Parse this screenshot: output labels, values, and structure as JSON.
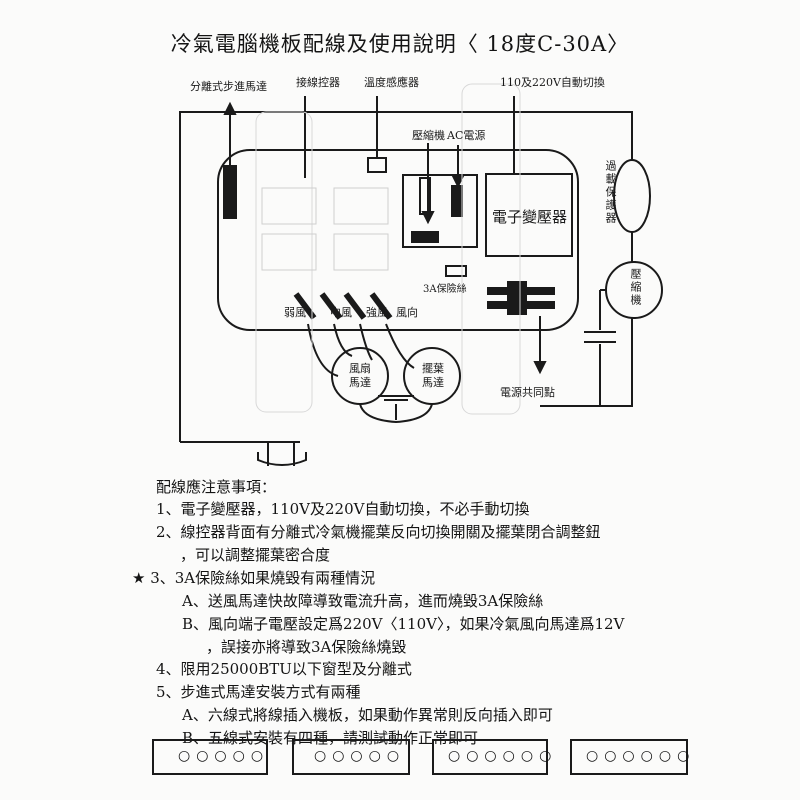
{
  "title": "冷氣電腦機板配線及使用說明〈 18度C-30A〉",
  "diagram": {
    "stepper": "分離式步進馬達",
    "line_controller": "接線控器",
    "temp_sensor": "溫度感應器",
    "auto_switch": "110及220V自動切換",
    "compressor": "壓縮機",
    "ac_power": "AC電源",
    "transformer": "電子變壓器",
    "fuse": "3A保險絲",
    "fan_low": "弱風",
    "fan_mid": "中風",
    "fan_high": "強風",
    "fan_direction": "風向",
    "fan_motor": "風扇馬達",
    "swing_motor": "擺葉馬達",
    "power_common": "電源共同點",
    "overload": "過載保護器",
    "compressor_circle": "壓縮機"
  },
  "notes": {
    "heading": "配線應注意事項：",
    "n1": "1、電子變壓器，110V及220V自動切換，不必手動切換",
    "n2": "2、線控器背面有分離式冷氣機擺葉反向切換開關及擺葉閉合調整鈕",
    "n2b": "，可以調整擺葉密合度",
    "n3": "★ 3、3A保險絲如果燒毀有兩種情況",
    "n3a": "A、送風馬達快故障導致電流升高，進而燒毀3A保險絲",
    "n3b": "B、風向端子電壓設定爲220V〈110V〉，如果冷氣風向馬達爲12V",
    "n3b2": "，誤接亦將導致3A保險絲燒毀",
    "n4": "4、限用25000BTU以下窗型及分離式",
    "n5": "5、步進式馬達安裝方式有兩種",
    "n5a": "A、六線式將線插入機板，如果動作異常則反向插入即可",
    "n5b": "B、五線式安裝有四種，請測試動作正常即可"
  },
  "connectors": {
    "c1": "○○○○○",
    "c2": "○○○○○",
    "c3": "○○○○○○",
    "c4": "○○○○○○"
  }
}
